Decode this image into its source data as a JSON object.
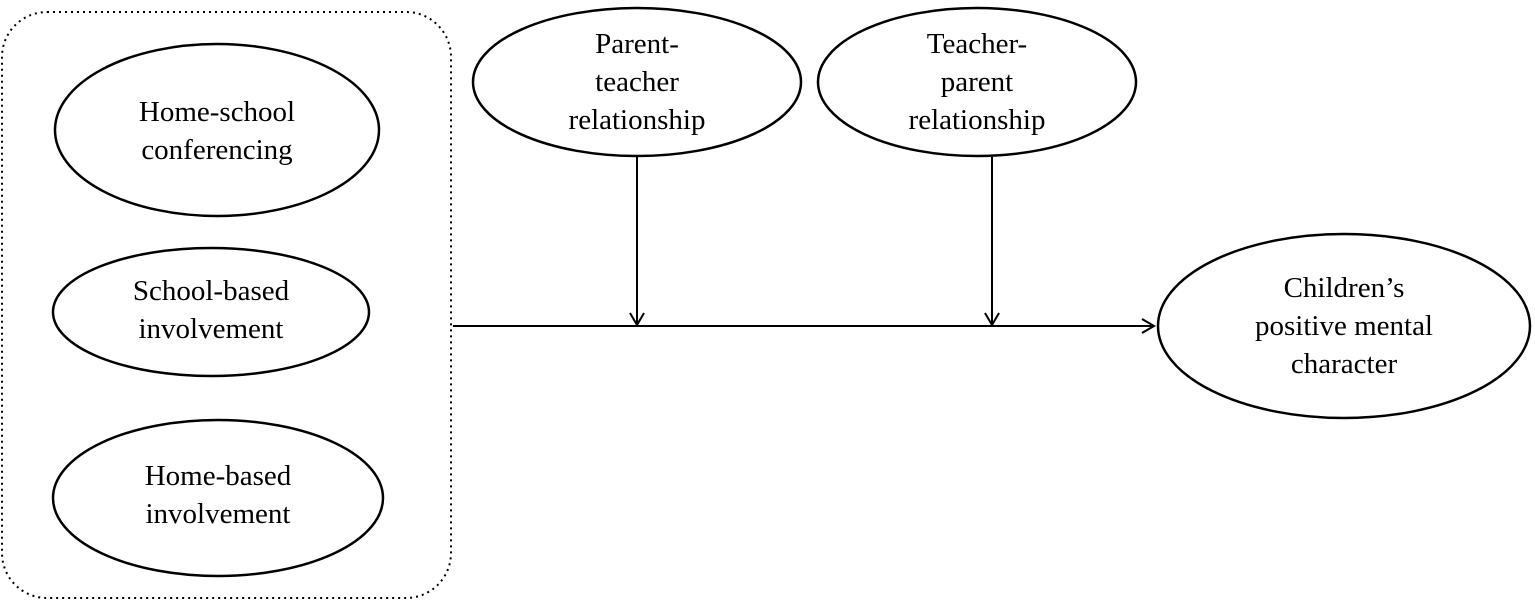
{
  "diagram": {
    "stroke_color": "#000000",
    "background": "#ffffff",
    "group_box": {
      "style": "dotted rounded rectangle",
      "members": [
        {
          "id": "home-school-conferencing",
          "lines": [
            "Home-school",
            "conferencing"
          ]
        },
        {
          "id": "school-based-involvement",
          "lines": [
            "School-based",
            "involvement"
          ]
        },
        {
          "id": "home-based-involvement",
          "lines": [
            "Home-based",
            "involvement"
          ]
        }
      ]
    },
    "moderators": [
      {
        "id": "parent-teacher-relationship",
        "lines": [
          "Parent-",
          "teacher",
          "relationship"
        ]
      },
      {
        "id": "teacher-parent-relationship",
        "lines": [
          "Teacher-",
          "parent",
          "relationship"
        ]
      }
    ],
    "outcome": {
      "id": "childrens-positive-mental-character",
      "lines": [
        "Children’s",
        "positive mental",
        "character"
      ]
    },
    "edges": [
      {
        "from": "group",
        "to": "childrens-positive-mental-character",
        "type": "main-path"
      },
      {
        "from": "parent-teacher-relationship",
        "to": "main-path",
        "type": "moderation"
      },
      {
        "from": "teacher-parent-relationship",
        "to": "main-path",
        "type": "moderation"
      }
    ]
  }
}
